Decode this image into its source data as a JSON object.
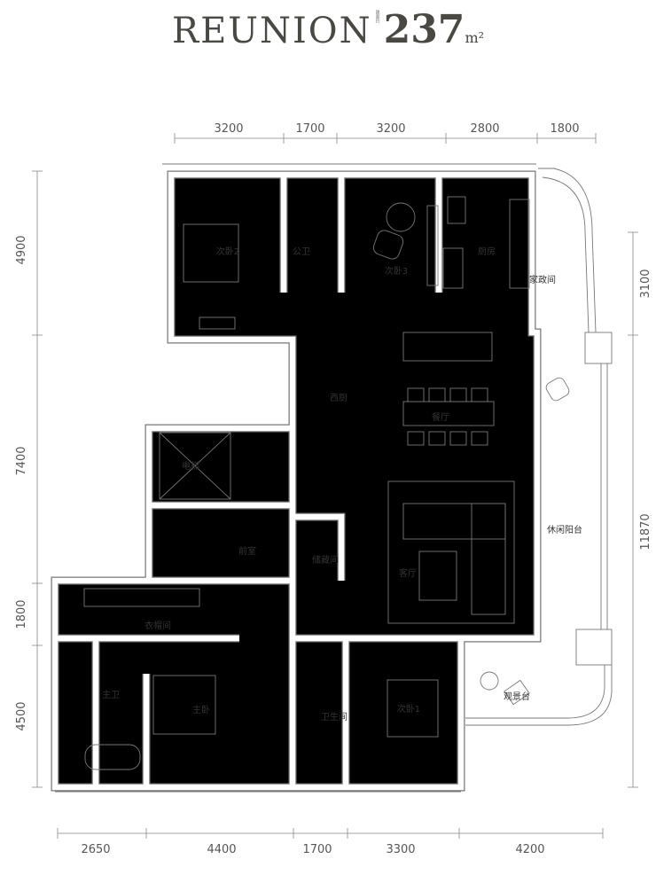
{
  "title": {
    "brand": "REUNION",
    "area_label": "建面约",
    "area": "237",
    "unit": "m²"
  },
  "dimensions": {
    "top": [
      "3200",
      "1700",
      "3200",
      "2800",
      "1800"
    ],
    "bottom": [
      "2650",
      "4400",
      "1700",
      "3300",
      "4200"
    ],
    "left": [
      "4900",
      "7400",
      "1800",
      "4500"
    ],
    "right": [
      "3100",
      "11870"
    ]
  },
  "rooms": {
    "bedroom2": "次卧2",
    "public_bath": "公卫",
    "bedroom3": "次卧3",
    "kitchen": "厨房",
    "utility": "家政间",
    "western_kitchen": "西厨",
    "dining": "餐厅",
    "elevator": "电梯",
    "foyer": "前室",
    "storage": "储藏间",
    "living": "客厅",
    "leisure_balcony": "休闲阳台",
    "walk_in_closet": "衣帽间",
    "master_bath": "主卫",
    "master_bedroom": "主卧",
    "bathroom": "卫生间",
    "bedroom1": "次卧1",
    "view_deck": "观景台"
  }
}
